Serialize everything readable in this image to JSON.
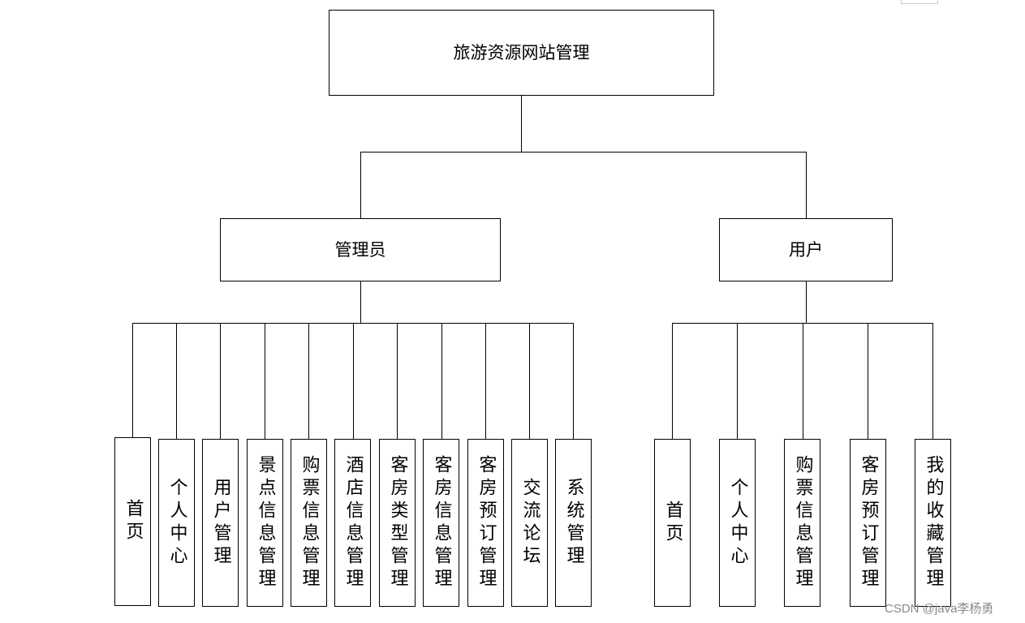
{
  "diagram": {
    "root": {
      "label": "旅游资源网站管理"
    },
    "branches": [
      {
        "label": "管理员",
        "children": [
          "首页",
          "个人中心",
          "用户管理",
          "景点信息管理",
          "购票信息管理",
          "酒店信息管理",
          "客房类型管理",
          "客房信息管理",
          "客房预订管理",
          "交流论坛",
          "系统管理"
        ]
      },
      {
        "label": "用户",
        "children": [
          "首页",
          "个人中心",
          "购票信息管理",
          "客房预订管理",
          "我的收藏管理"
        ]
      }
    ]
  },
  "watermark": "CSDN @java李杨勇"
}
